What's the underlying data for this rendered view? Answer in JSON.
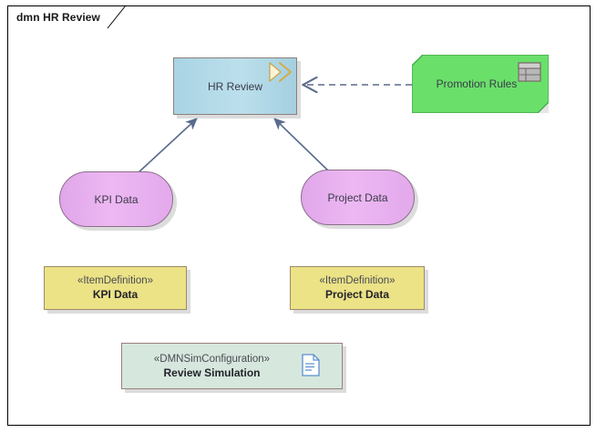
{
  "frame": {
    "tab_label": "dmn HR Review"
  },
  "nodes": {
    "hr_review": {
      "label": "HR Review",
      "marker_icon": "double-chevron-icon",
      "fill": "#aed6e5",
      "border": "#8d7f7a"
    },
    "promotion_rules": {
      "label": "Promotion Rules",
      "icon": "decision-table-icon",
      "fill": "#6ae06a",
      "border": "#4aa84a"
    },
    "kpi_data_oval": {
      "label": "KPI Data",
      "fill": "#e8b0f0",
      "border": "#8a6f8a"
    },
    "project_data_oval": {
      "label": "Project Data",
      "fill": "#e8b0f0",
      "border": "#8a6f8a"
    },
    "kpi_data_itemdef": {
      "stereotype": "«ItemDefinition»",
      "name": "KPI Data",
      "fill": "#ece286",
      "border": "#9e8b6a"
    },
    "project_data_itemdef": {
      "stereotype": "«ItemDefinition»",
      "name": "Project Data",
      "fill": "#ece286",
      "border": "#9e8b6a"
    },
    "review_simulation": {
      "stereotype": "«DMNSimConfiguration»",
      "name": "Review Simulation",
      "icon": "document-note-icon",
      "fill": "#d6e7dd",
      "border": "#9b7f7f"
    }
  },
  "connectors": [
    {
      "name": "kpi-data-to-hr-review",
      "from": "KPI Data",
      "to": "HR Review",
      "style": "solid",
      "arrow": "filled",
      "color": "#5a6b8c"
    },
    {
      "name": "project-data-to-hr-review",
      "from": "Project Data",
      "to": "HR Review",
      "style": "solid",
      "arrow": "filled",
      "color": "#5a6b8c"
    },
    {
      "name": "promotion-rules-to-hr-review",
      "from": "Promotion Rules",
      "to": "HR Review",
      "style": "dashed",
      "arrow": "open",
      "color": "#5a6b8c"
    }
  ]
}
